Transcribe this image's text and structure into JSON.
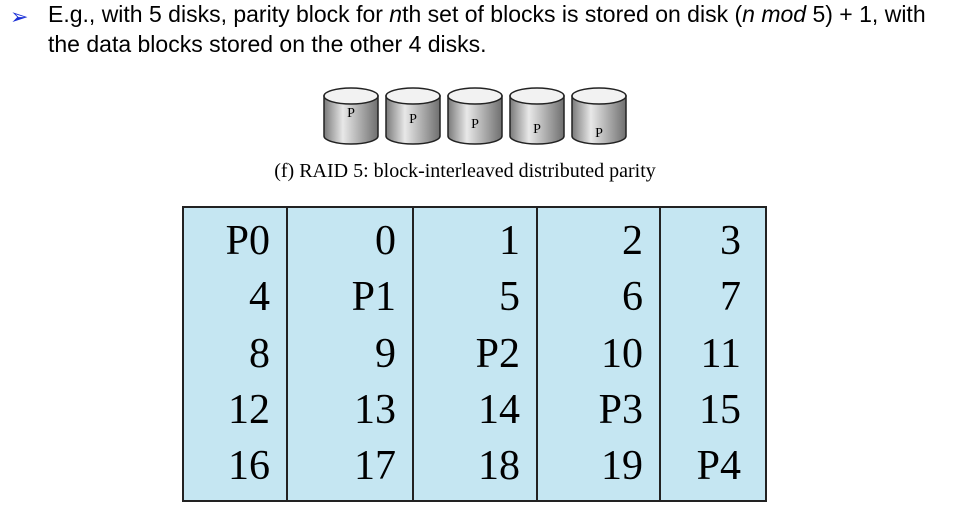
{
  "bullet": {
    "marker": "➢",
    "before_n": "E.g., with 5 disks, parity block for ",
    "n1": "n",
    "middle": "th set of blocks is stored on disk (",
    "n_mod": "n mod",
    "after": " 5) + 1, with the data blocks stored on the other 4 disks."
  },
  "disks": {
    "labels": [
      "P",
      "P",
      "P",
      "P",
      "P"
    ],
    "icon": "disk-cylinder-icon",
    "fill": "#c8c8c8"
  },
  "caption": "(f) RAID 5: block-interleaved distributed parity",
  "table": {
    "background": "#c5e6f2",
    "columns": [
      [
        "P0",
        "4",
        "8",
        "12",
        "16"
      ],
      [
        "0",
        "P1",
        "9",
        "13",
        "17"
      ],
      [
        "1",
        "5",
        "P2",
        "14",
        "18"
      ],
      [
        "2",
        "6",
        "10",
        "P3",
        "19"
      ],
      [
        "3",
        "7",
        "11",
        "15",
        "P4"
      ]
    ]
  }
}
